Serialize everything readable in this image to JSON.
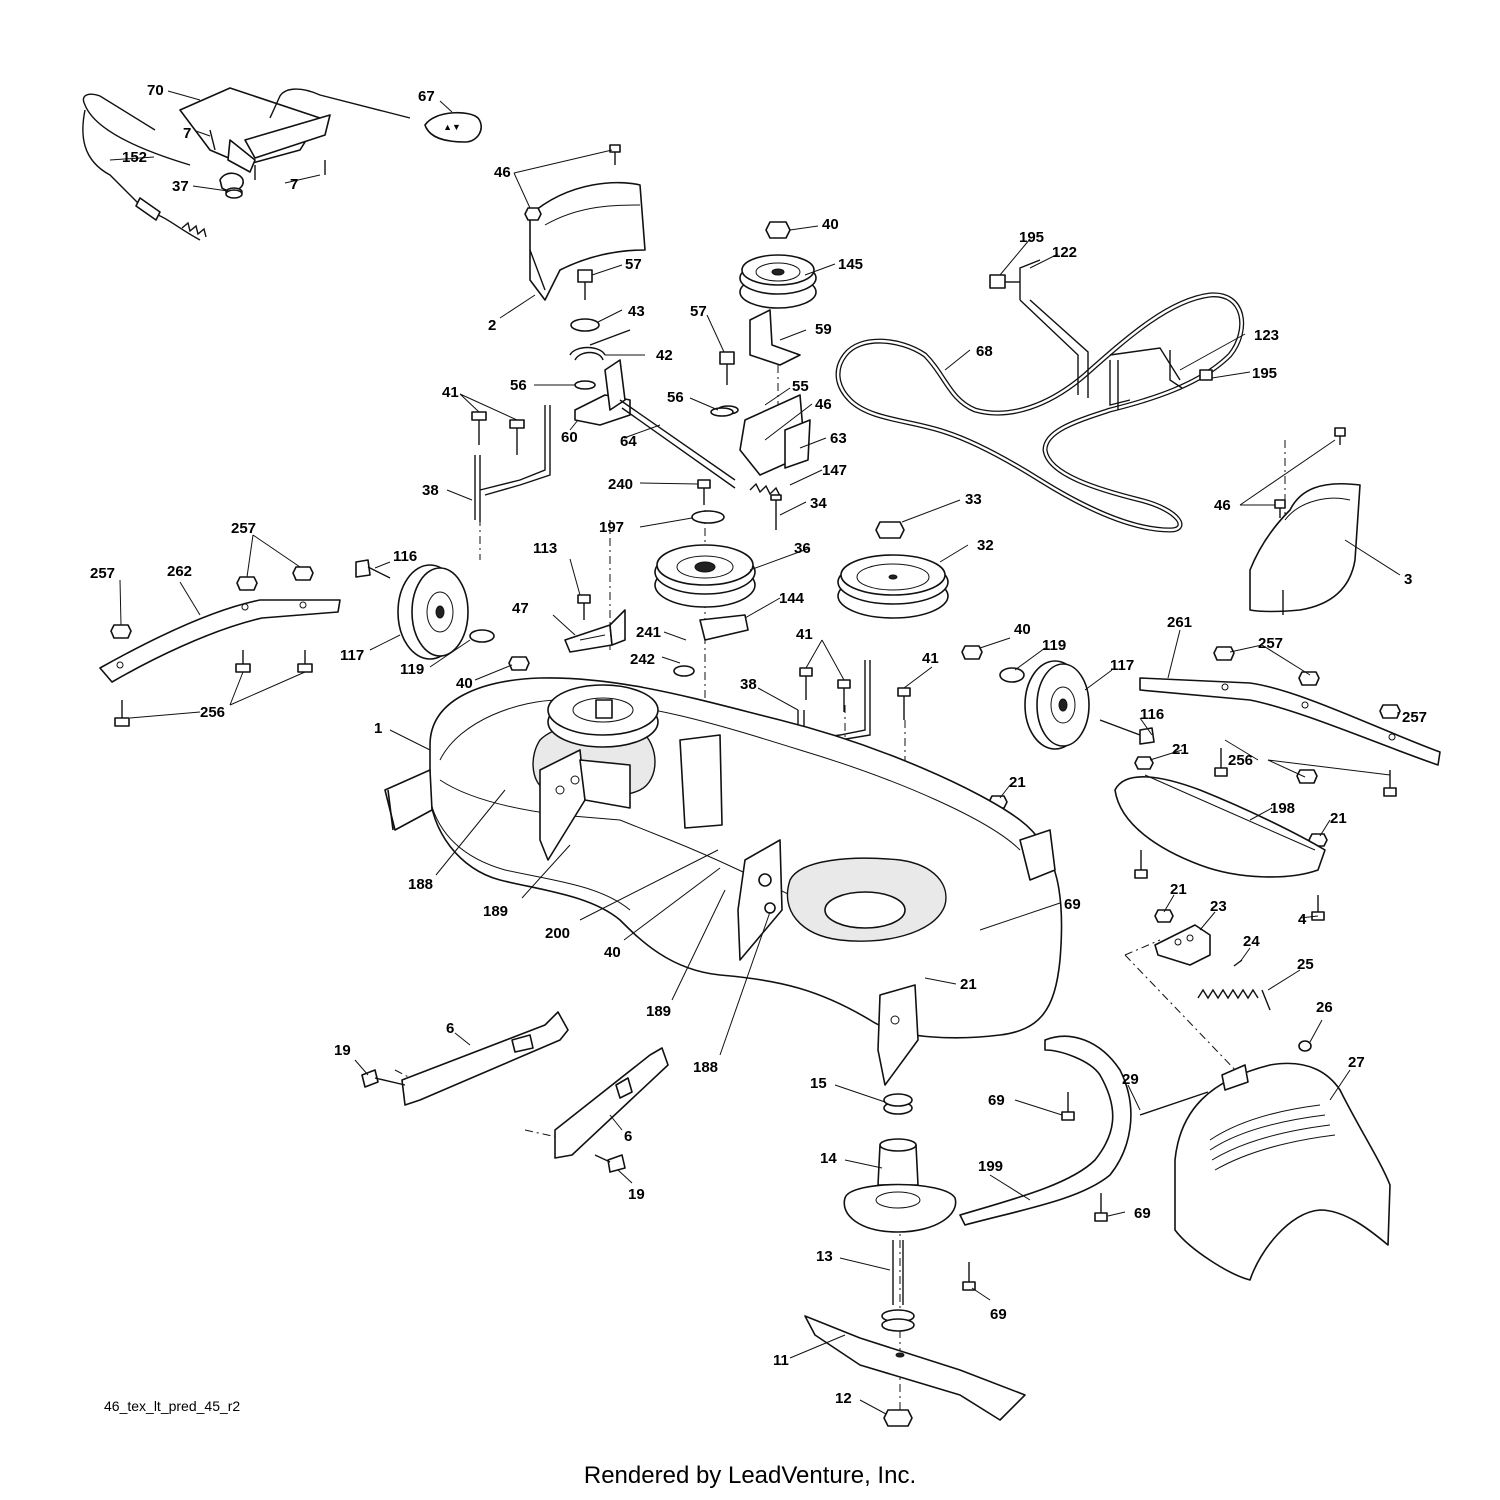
{
  "diagram": {
    "file_code": "46_tex_lt_pred_45_r2",
    "credit": "Rendered by LeadVenture, Inc.",
    "callouts": [
      "70",
      "67",
      "7",
      "152",
      "37",
      "7",
      "46",
      "2",
      "40",
      "145",
      "57",
      "43",
      "42",
      "56",
      "60",
      "64",
      "57",
      "59",
      "56",
      "55",
      "46",
      "63",
      "147",
      "240",
      "34",
      "197",
      "41",
      "38",
      "195",
      "122",
      "68",
      "123",
      "195",
      "46",
      "3",
      "33",
      "32",
      "36",
      "144",
      "113",
      "47",
      "241",
      "242",
      "257",
      "262",
      "257",
      "116",
      "117",
      "119",
      "40",
      "256",
      "1",
      "38",
      "41",
      "41",
      "40",
      "119",
      "117",
      "116",
      "261",
      "257",
      "257",
      "256",
      "21",
      "21",
      "198",
      "21",
      "188",
      "189",
      "200",
      "40",
      "189",
      "188",
      "69",
      "4",
      "21",
      "23",
      "24",
      "25",
      "21",
      "26",
      "27",
      "19",
      "6",
      "6",
      "19",
      "15",
      "14",
      "69",
      "29",
      "199",
      "69",
      "13",
      "69",
      "11",
      "12"
    ]
  }
}
